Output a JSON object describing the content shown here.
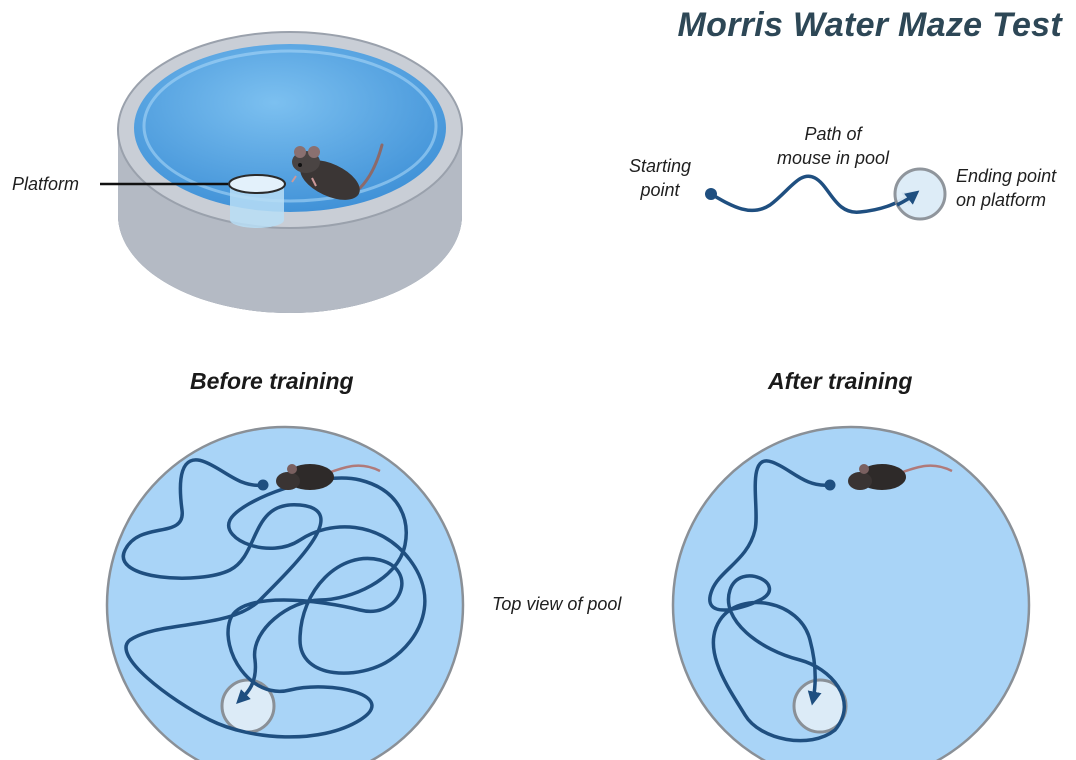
{
  "title": "Morris Water Maze Test",
  "labels": {
    "platform": "Platform",
    "starting_point": [
      "Starting",
      "point"
    ],
    "path_of_mouse": [
      "Path of",
      "mouse in pool"
    ],
    "ending_point": [
      "Ending point",
      "on platform"
    ],
    "before_training": "Before training",
    "after_training": "After training",
    "top_view": "Top view of pool"
  },
  "colors": {
    "water": "#5fa9e6",
    "pool_top_view": "#a9d4f7",
    "pool_wall": "#b7bdc6",
    "path": "#1f4f80",
    "platform": "#dcebf7",
    "title": "#2d4756"
  },
  "icons": [
    "mouse-icon",
    "platform-marker",
    "start-dot-icon",
    "arrowhead-icon"
  ]
}
